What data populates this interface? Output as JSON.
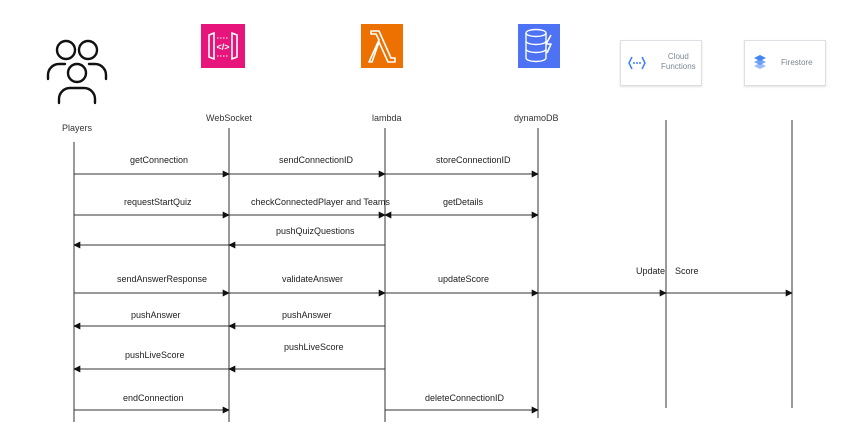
{
  "participants": {
    "players": "Players",
    "websocket": "WebSocket",
    "lambda": "lambda",
    "dynamodb": "dynamoDB",
    "cloud_functions": "Cloud\nFunctions",
    "firestore": "Firestore"
  },
  "messages": [
    {
      "id": "getConnection",
      "text": "getConnection",
      "from": "players",
      "to": "websocket"
    },
    {
      "id": "sendConnectionID",
      "text": "sendConnectionID",
      "from": "websocket",
      "to": "lambda"
    },
    {
      "id": "storeConnectionID",
      "text": "storeConnectionID",
      "from": "lambda",
      "to": "dynamodb"
    },
    {
      "id": "requestStartQuiz",
      "text": "requestStartQuiz",
      "from": "players",
      "to": "websocket"
    },
    {
      "id": "checkConnectedPlayer",
      "text": "checkConnectedPlayer and Teams",
      "from": "websocket",
      "to": "lambda"
    },
    {
      "id": "getDetails",
      "text": "getDetails",
      "from": "lambda",
      "to": "dynamodb",
      "bidirectional": true
    },
    {
      "id": "pushQuizQuestions",
      "text": "pushQuizQuestions",
      "from": "lambda",
      "to": "websocket"
    },
    {
      "id": "pushQuizQuestionsToPlayers",
      "text": "",
      "from": "websocket",
      "to": "players"
    },
    {
      "id": "sendAnswerResponse",
      "text": "sendAnswerResponse",
      "from": "players",
      "to": "websocket"
    },
    {
      "id": "validateAnswer",
      "text": "validateAnswer",
      "from": "websocket",
      "to": "lambda"
    },
    {
      "id": "updateScore",
      "text": "updateScore",
      "from": "lambda",
      "to": "dynamodb"
    },
    {
      "id": "update",
      "text": "Update",
      "from": "dynamodb",
      "to": "cloud_functions"
    },
    {
      "id": "score",
      "text": "Score",
      "from": "cloud_functions",
      "to": "firestore"
    },
    {
      "id": "pushAnswerLambda",
      "text": "pushAnswer",
      "from": "lambda",
      "to": "websocket"
    },
    {
      "id": "pushAnswerWs",
      "text": "pushAnswer",
      "from": "websocket",
      "to": "players"
    },
    {
      "id": "pushLiveScoreLambda",
      "text": "pushLiveScore",
      "from": "lambda",
      "to": "websocket"
    },
    {
      "id": "pushLiveScoreWs",
      "text": "pushLiveScore",
      "from": "websocket",
      "to": "players"
    },
    {
      "id": "endConnection",
      "text": "endConnection",
      "from": "players",
      "to": "websocket"
    },
    {
      "id": "deleteConnectionID",
      "text": "deleteConnectionID",
      "from": "lambda",
      "to": "dynamodb"
    }
  ],
  "colors": {
    "line": "#333333",
    "websocket_icon": "#e7157b",
    "lambda_icon": "#ed7100",
    "dynamodb_icon": "#4d72f3",
    "cloud_functions_icon": "#4285f4",
    "firestore_icon": "#4285f4",
    "card_text": "#7b8794"
  },
  "icons": {
    "players": "players-group-icon",
    "websocket": "api-gateway-websocket-icon",
    "lambda": "aws-lambda-icon",
    "dynamodb": "aws-dynamodb-icon",
    "cloud_functions": "gcp-cloud-functions-icon",
    "firestore": "gcp-firestore-icon"
  }
}
